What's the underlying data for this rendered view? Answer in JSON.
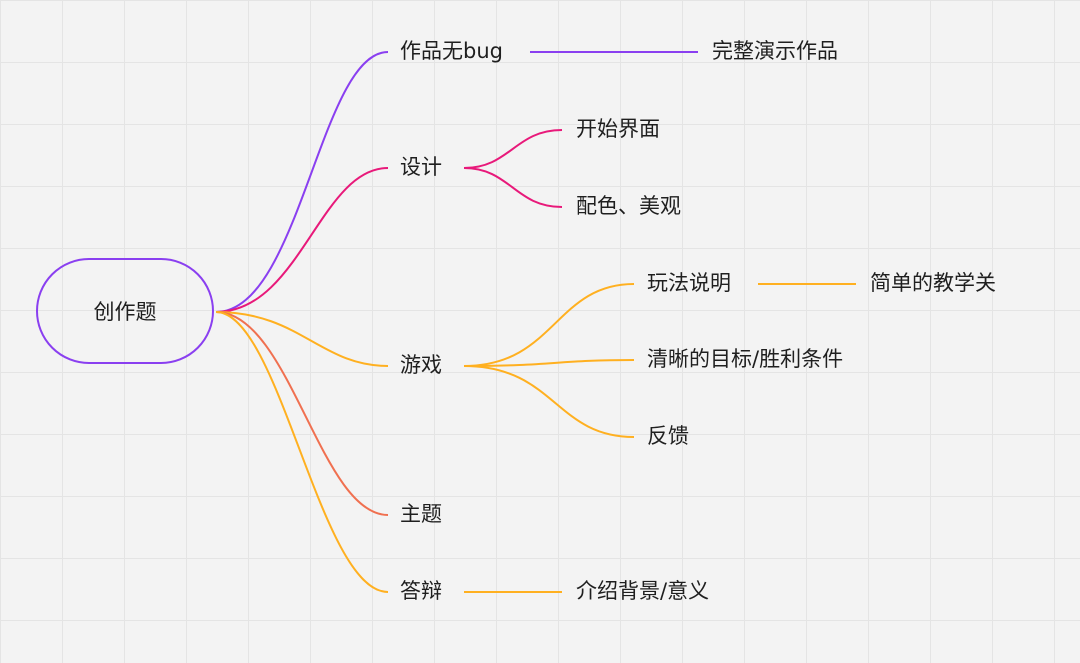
{
  "colors": {
    "purple": "#8a3ff0",
    "pink": "#e8197a",
    "orange": "#ffb020",
    "salmon": "#f07050"
  },
  "root": {
    "label": "创作题"
  },
  "branches": {
    "bugfree": {
      "label": "作品无bug",
      "child": "完整演示作品"
    },
    "design": {
      "label": "设计",
      "children": [
        "开始界面",
        "配色、美观"
      ]
    },
    "game": {
      "label": "游戏",
      "children": [
        "玩法说明",
        "清晰的目标/胜利条件",
        "反馈"
      ],
      "grandchild": "简单的教学关"
    },
    "theme": {
      "label": "主题"
    },
    "defense": {
      "label": "答辩",
      "child": "介绍背景/意义"
    }
  }
}
